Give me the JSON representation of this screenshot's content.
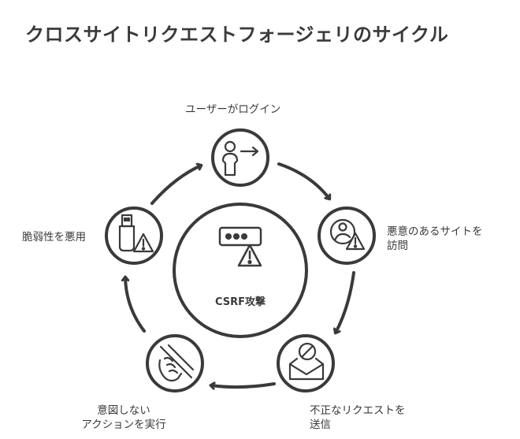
{
  "title": "クロスサイトリクエストフォージェリのサイクル",
  "center": {
    "label": "CSRF攻撃",
    "icons": [
      "password-field-icon",
      "warning-icon"
    ]
  },
  "steps": [
    {
      "id": "login",
      "label": "ユーザーがログイン",
      "icon": "user-login-icon"
    },
    {
      "id": "visit",
      "label_lines": [
        "悪意のあるサイトを",
        "訪問"
      ],
      "icon": "user-warning-icon"
    },
    {
      "id": "send",
      "label_lines": [
        "不正なリクエストを",
        "送信"
      ],
      "icon": "blocked-mail-icon"
    },
    {
      "id": "action",
      "label_lines": [
        "意図しない",
        "アクションを実行"
      ],
      "icon": "hand-grab-icon"
    },
    {
      "id": "exploit",
      "label": "脆弱性を悪用",
      "icon": "usb-warning-icon"
    }
  ],
  "colors": {
    "stroke": "#3a3a3a",
    "background": "#ffffff"
  }
}
